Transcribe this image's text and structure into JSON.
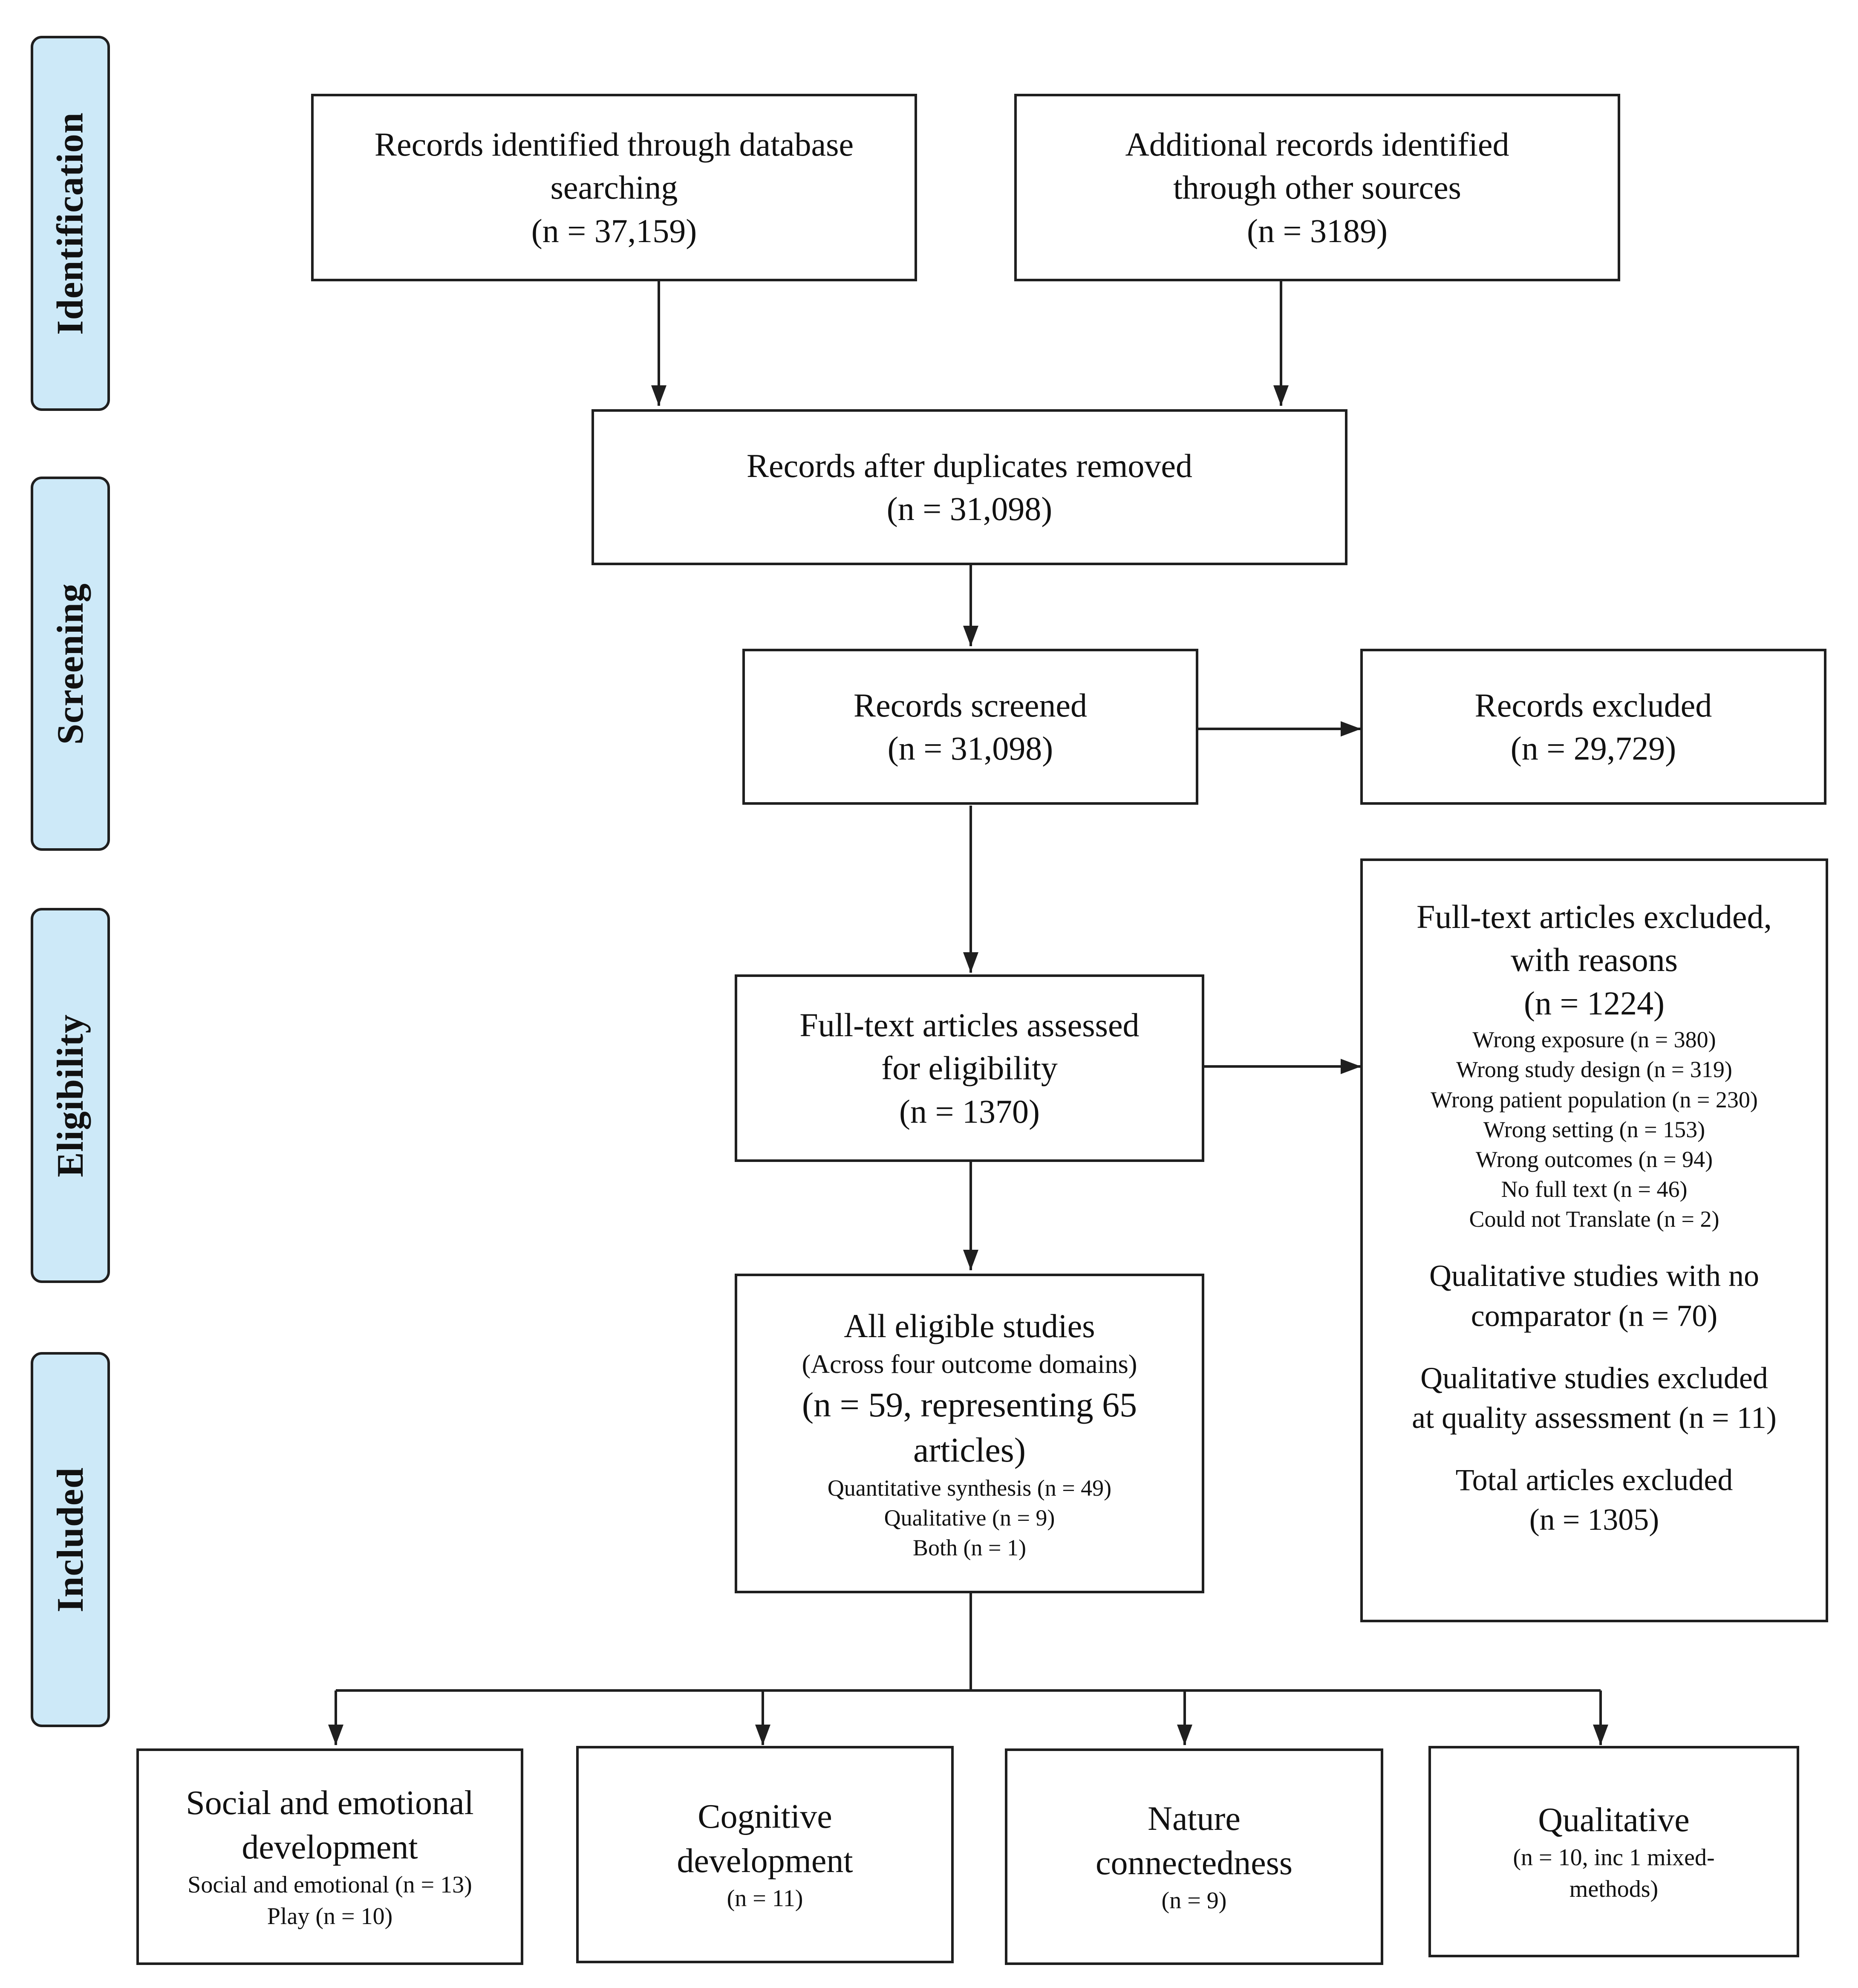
{
  "phases": {
    "identification": "Identification",
    "screening": "Screening",
    "eligibility": "Eligibility",
    "included": "Included"
  },
  "nodes": {
    "database": {
      "line1": "Records identified through database",
      "line2": "searching",
      "count": "(n = 37,159)"
    },
    "other_sources": {
      "line1": "Additional records identified",
      "line2": "through other sources",
      "count": "(n = 3189)"
    },
    "duplicates_removed": {
      "label": "Records after duplicates removed",
      "count": "(n = 31,098)"
    },
    "screened": {
      "label": "Records screened",
      "count": "(n = 31,098)"
    },
    "excluded": {
      "label": "Records excluded",
      "count": "(n = 29,729)"
    },
    "full_text": {
      "line1": "Full-text articles assessed",
      "line2": "for eligibility",
      "count": "(n = 1370)"
    },
    "full_text_excluded": {
      "line1": "Full-text articles excluded,",
      "line2": "with reasons",
      "count": "(n = 1224)",
      "reasons": [
        "Wrong exposure (n = 380)",
        "Wrong study design (n = 319)",
        "Wrong patient population (n = 230)",
        "Wrong setting (n = 153)",
        "Wrong outcomes (n = 94)",
        "No full text (n = 46)",
        "Could not Translate (n = 2)"
      ],
      "qual_no_comparator_1": "Qualitative studies with no",
      "qual_no_comparator_2": "comparator (n = 70)",
      "qual_excluded_1": "Qualitative studies excluded",
      "qual_excluded_2": "at quality assessment (n = 11)",
      "total_label": "Total articles excluded",
      "total_count": "(n = 1305)"
    },
    "eligible": {
      "label": "All eligible studies",
      "sublabel": "(Across four outcome domains)",
      "count_line1": "(n = 59, representing 65",
      "count_line2": "articles)",
      "quantitative": "Quantitative synthesis (n = 49)",
      "qualitative": "Qualitative (n = 9)",
      "both": "Both (n = 1)"
    },
    "social_emotional": {
      "line1": "Social and emotional",
      "line2": "development",
      "detail1": "Social and emotional (n = 13)",
      "detail2": "Play (n = 10)"
    },
    "cognitive": {
      "line1": "Cognitive",
      "line2": "development",
      "detail1": "(n = 11)"
    },
    "nature": {
      "line1": "Nature",
      "line2": "connectedness",
      "detail1": "(n = 9)"
    },
    "qualitative": {
      "line1": "Qualitative",
      "detail1": "(n = 10, inc 1 mixed-",
      "detail2": "methods)"
    }
  }
}
